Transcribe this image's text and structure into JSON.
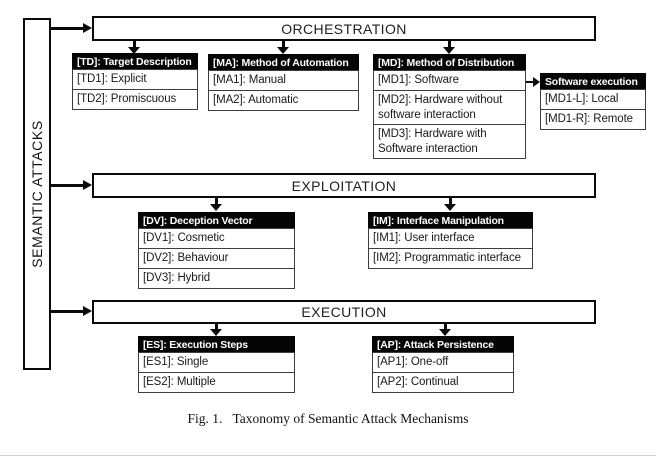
{
  "root": {
    "label": "SEMANTIC ATTACKS"
  },
  "phases": {
    "orchestration": {
      "label": "ORCHESTRATION"
    },
    "exploitation": {
      "label": "EXPLOITATION"
    },
    "execution": {
      "label": "EXECUTION"
    }
  },
  "boxes": {
    "td": {
      "header": "[TD]: Target Description",
      "items": [
        "[TD1]: Explicit",
        "[TD2]: Promiscuous"
      ]
    },
    "ma": {
      "header": "[MA]: Method of Automation",
      "items": [
        "[MA1]: Manual",
        "[MA2]: Automatic"
      ]
    },
    "md": {
      "header": "[MD]: Method of Distribution",
      "items": [
        "[MD1]: Software",
        "[MD2]: Hardware without software interaction",
        "[MD3]: Hardware with Software interaction"
      ]
    },
    "swx": {
      "header": "Software execution",
      "items": [
        "[MD1-L]: Local",
        "[MD1-R]: Remote"
      ]
    },
    "dv": {
      "header": "[DV]: Deception Vector",
      "items": [
        "[DV1]: Cosmetic",
        "[DV2]: Behaviour",
        "[DV3]: Hybrid"
      ]
    },
    "im": {
      "header": "[IM]: Interface Manipulation",
      "items": [
        "[IM1]: User interface",
        "[IM2]: Programmatic interface"
      ]
    },
    "es": {
      "header": "[ES]: Execution Steps",
      "items": [
        "[ES1]: Single",
        "[ES2]: Multiple"
      ]
    },
    "ap": {
      "header": "[AP]: Attack Persistence",
      "items": [
        "[AP1]: One-off",
        "[AP2]: Continual"
      ]
    }
  },
  "caption": {
    "figure_label": "Fig. 1.",
    "title": "Taxonomy of Semantic Attack Mechanisms"
  },
  "colors": {
    "header_bg": "#050505",
    "header_text": "#ffffff",
    "bar_border": "#0a0a0a",
    "row_border": "#3d3d3d",
    "text": "#1a1a1a",
    "background": "#ffffff"
  }
}
